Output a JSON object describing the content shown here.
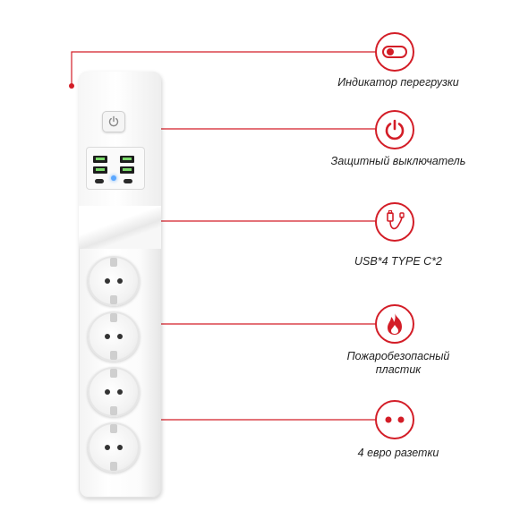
{
  "features": [
    {
      "label": "Индикатор перегрузки",
      "icon": "toggle-switch-icon"
    },
    {
      "label": "Защитный выключатель",
      "icon": "power-icon"
    },
    {
      "label": "USB*4 TYPE C*2",
      "icon": "usb-cable-icon"
    },
    {
      "label_line1": "Пожаробезопасный",
      "label_line2": "пластик",
      "icon": "fire-icon"
    },
    {
      "label": "4 евро разетки",
      "icon": "socket-holes-icon"
    }
  ],
  "colors": {
    "accent": "#d31d27",
    "usb_port_inner": "#7bd96a",
    "led": "#5aa7ff"
  }
}
